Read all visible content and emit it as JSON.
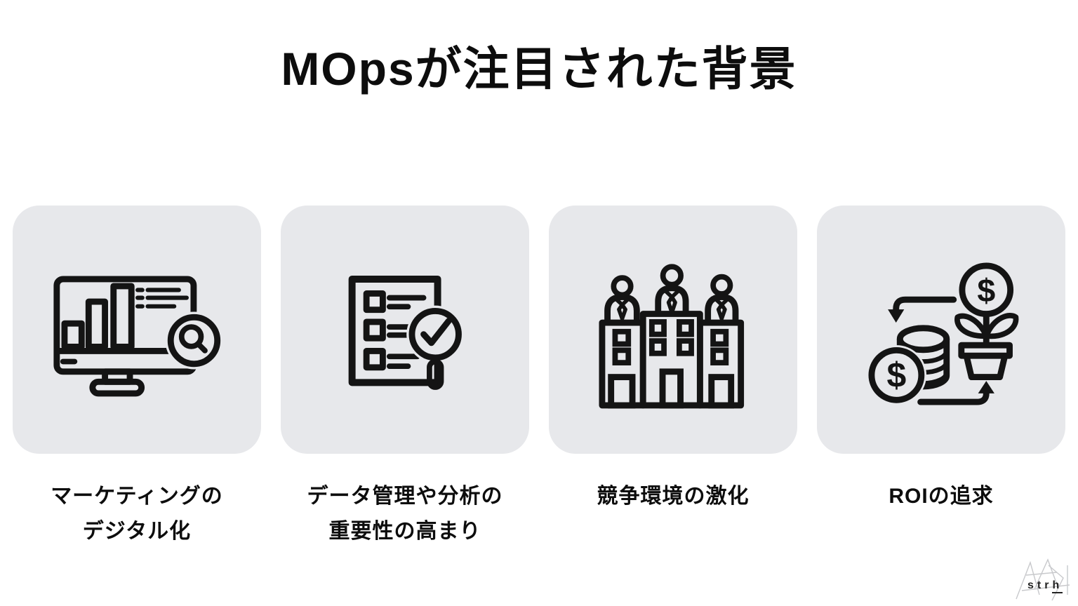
{
  "title": "MOpsが注目された背景",
  "cards": [
    {
      "name": "marketing-digitalization",
      "icon": "monitor-analytics-icon",
      "caption_line1": "マーケティングの",
      "caption_line2": "デジタル化"
    },
    {
      "name": "data-management-analysis",
      "icon": "checklist-magnifier-icon",
      "caption_line1": "データ管理や分析の",
      "caption_line2": "重要性の高まり"
    },
    {
      "name": "competitive-environment",
      "icon": "office-buildings-people-icon",
      "caption_line1": "競争環境の激化"
    },
    {
      "name": "roi-pursuit",
      "icon": "money-plant-roi-icon",
      "caption_line1": "ROIの追求"
    }
  ],
  "icon_glyphs": {
    "dollar": "$"
  },
  "logo": {
    "prefix": "str",
    "suffix": "h"
  },
  "colors": {
    "page_background": "#ffffff",
    "card_background": "#e7e8eb",
    "icon_stroke": "#141414",
    "text": "#0d0d0d",
    "logo_sketch": "#c8c9cc"
  }
}
